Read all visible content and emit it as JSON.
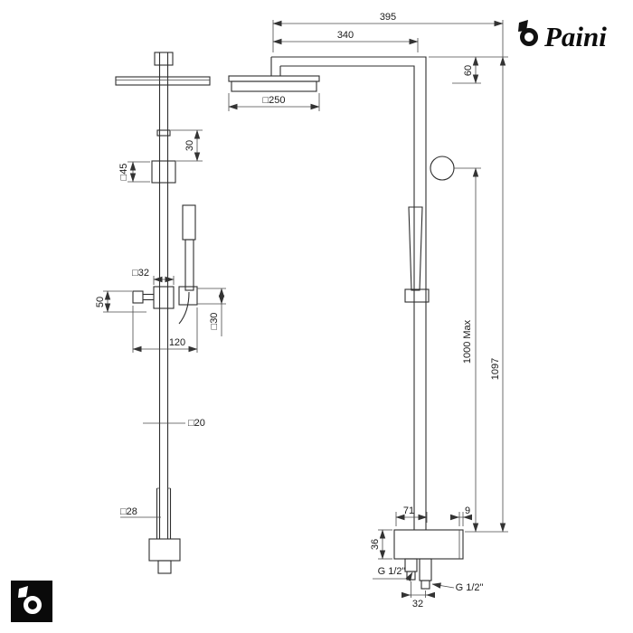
{
  "brand": {
    "name": "Paini"
  },
  "front_view": {
    "dims": {
      "flange_square": "□45",
      "flange_depth": "30",
      "slider_square": "□32",
      "slider_height": "50",
      "bracket_length": "120",
      "holder_square": "□30",
      "column_square": "□20",
      "lower_column_square": "□28"
    }
  },
  "side_view": {
    "dims": {
      "overall_reach": "395",
      "arm_reach": "340",
      "head_square": "□250",
      "head_drop": "60",
      "adjustable_height": "1000 Max",
      "overall_height": "1097",
      "valve_width": "71",
      "wall_offset": "9",
      "valve_height": "36",
      "connection_left": "G 1/2\"",
      "connection_right": "G 1/2\"",
      "outlet_spacing": "32"
    }
  }
}
